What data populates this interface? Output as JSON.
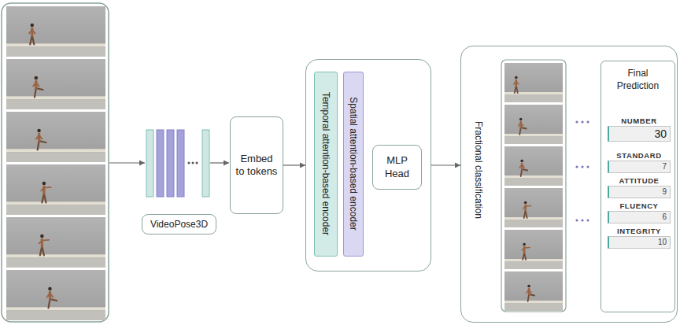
{
  "diagram": {
    "nodes": [
      {
        "text": [
          "VideoPose3D"
        ]
      },
      {
        "text": [
          "Embed to tokens"
        ]
      },
      {
        "text": []
      },
      {
        "text": [
          "Temporal attention-based encoder"
        ],
        "in": 2
      },
      {
        "text": [
          "Spatial attention-based encoder"
        ],
        "in": 2
      },
      {
        "text": [
          "MLP Head"
        ],
        "in": 2
      },
      {
        "text": [
          "Fractional classification"
        ]
      },
      {
        "text": [
          "Final Prediction"
        ],
        "in": 6
      },
      {
        "text": [
          "NUMBER",
          "30"
        ],
        "in": 7
      },
      {
        "text": [
          "STANDARD",
          "7"
        ],
        "in": 7
      },
      {
        "text": [
          "ATTITUDE",
          "9"
        ],
        "in": 7
      },
      {
        "text": [
          "FLUENCY",
          "6"
        ],
        "in": 7
      },
      {
        "text": [
          "INTEGRITY",
          "10"
        ],
        "in": 7
      }
    ],
    "edges": [
      {
        "from": 1,
        "to": 2,
        "arrow": "to"
      },
      {
        "from": 2,
        "to": 6,
        "arrow": "to"
      }
    ]
  }
}
